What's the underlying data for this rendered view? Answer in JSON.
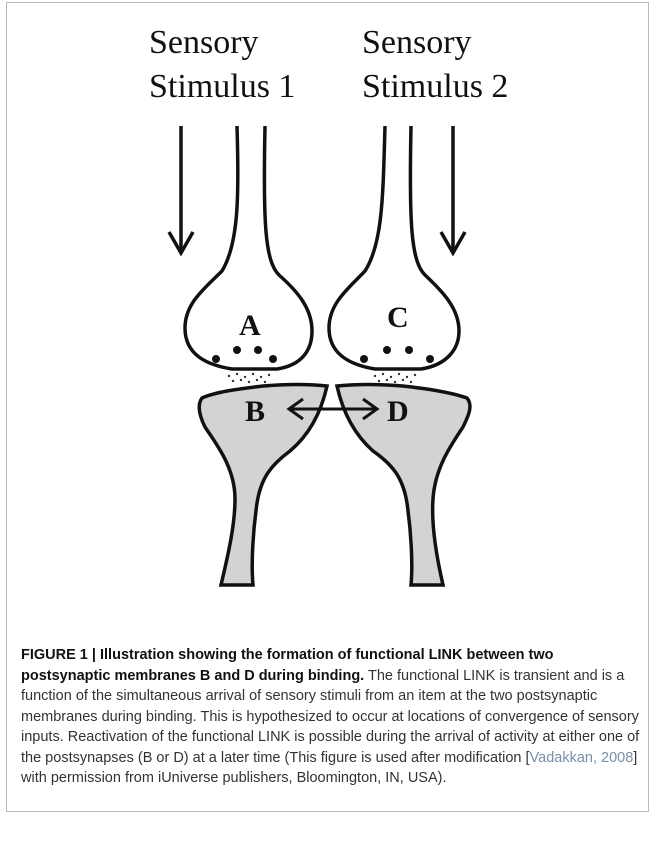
{
  "figure": {
    "stimulus_1": {
      "line1": "Sensory",
      "line2": "Stimulus 1"
    },
    "stimulus_2": {
      "line1": "Sensory",
      "line2": "Stimulus 2"
    },
    "labels": {
      "a": "A",
      "b": "B",
      "c": "C",
      "d": "D"
    },
    "colors": {
      "postsynaptic_fill": "#d3d3d3",
      "line": "#111111"
    }
  },
  "caption": {
    "label": "FIGURE 1 | ",
    "title": "Illustration showing the formation of functional LINK between two postsynaptic membranes B and D during binding.",
    "text_1": " The functional LINK is transient and is a function of the simultaneous arrival of sensory stimuli from an item at the two postsynaptic membranes during binding. This is hypothesized to occur at locations of convergence of sensory inputs. Reactivation of the functional LINK is possible during the arrival of activity at either one of the postsynapses (B or D) at a later time (This figure is used after modification [",
    "citation": "Vadakkan, 2008",
    "text_2": "] with permission from iUniverse publishers, Bloomington, IN, USA)."
  }
}
